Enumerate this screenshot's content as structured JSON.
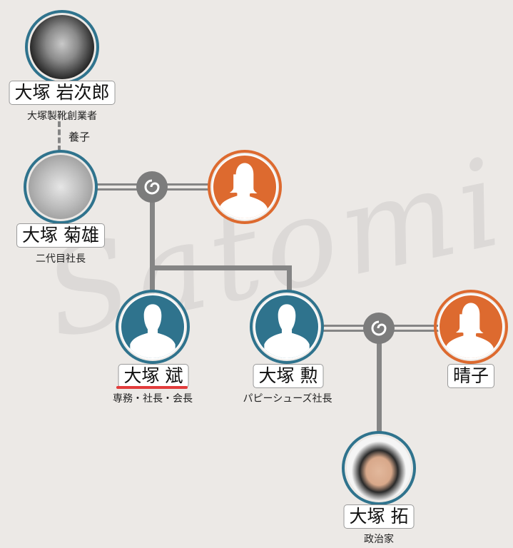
{
  "watermark": "Satomi",
  "colors": {
    "male": "#2f738d",
    "female": "#dd6a2f",
    "line": "#858585"
  },
  "relation_label": "養子",
  "people": [
    {
      "name": "大塚 岩次郎",
      "role": "大塚製靴創業者",
      "avatar": "photo"
    },
    {
      "name": "大塚 菊雄",
      "role": "二代目社長",
      "avatar": "photo"
    },
    {
      "name": "",
      "role": "",
      "avatar": "female-silhouette"
    },
    {
      "name": "大塚 斌",
      "role": "専務・社長・会長",
      "avatar": "male-silhouette"
    },
    {
      "name": "大塚 勲",
      "role": "パピーシューズ社長",
      "avatar": "male-silhouette"
    },
    {
      "name": "晴子",
      "role": "",
      "avatar": "female-silhouette"
    },
    {
      "name": "大塚 拓",
      "role": "政治家",
      "avatar": "photo"
    }
  ]
}
